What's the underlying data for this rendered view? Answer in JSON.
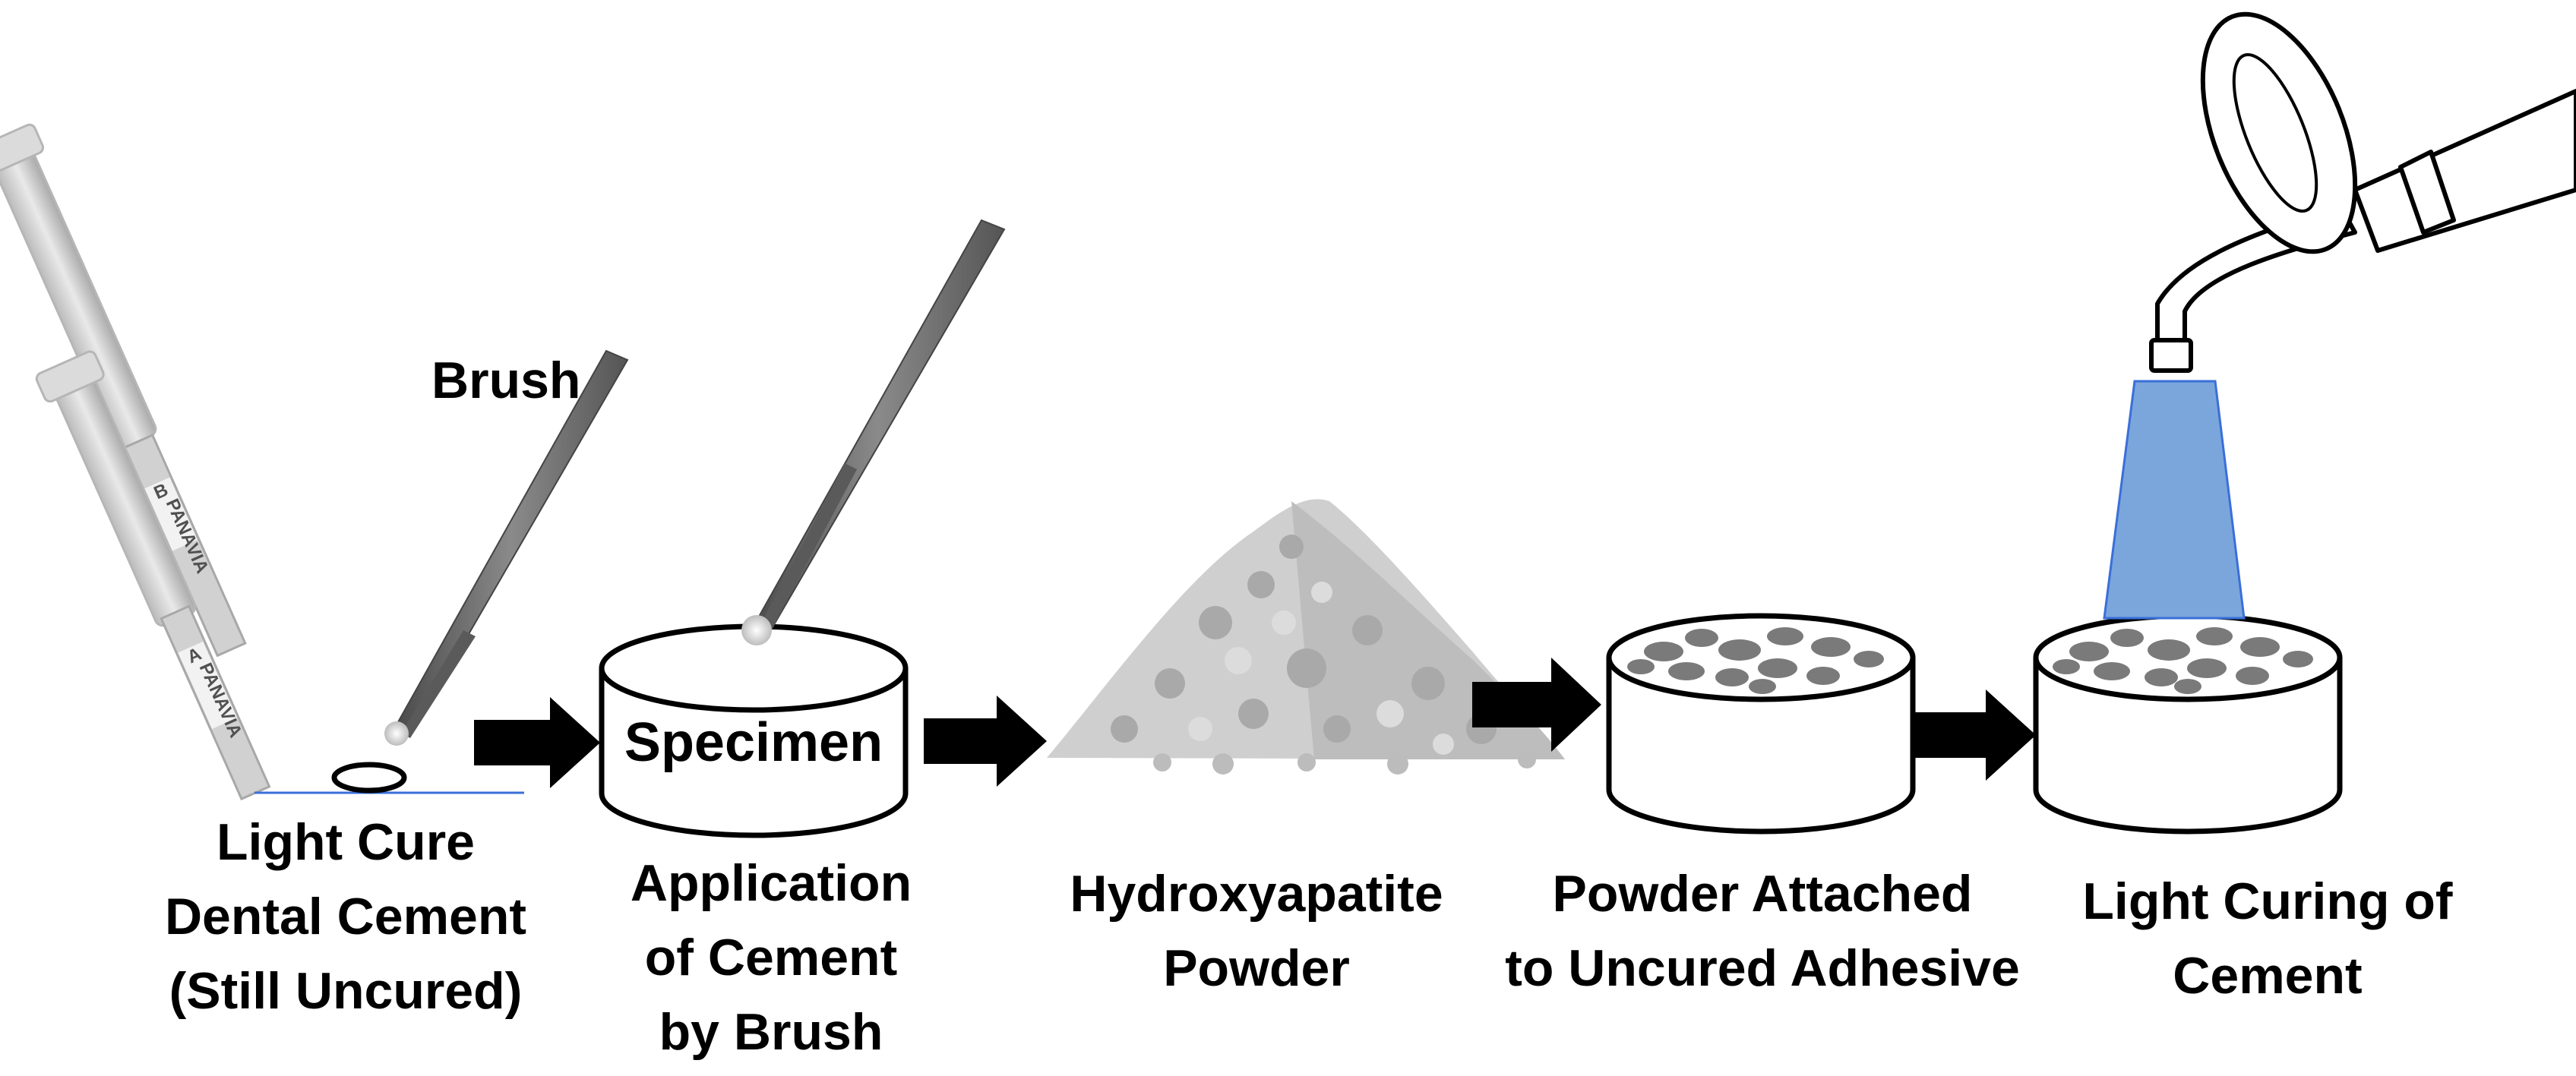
{
  "labels": {
    "brush": "Brush",
    "specimen": "Specimen"
  },
  "syringe_text": {
    "brand": "PANAVIA",
    "part_a": "A",
    "part_b": "B"
  },
  "steps": [
    {
      "id": "cement",
      "caption": [
        "Light Cure",
        "Dental Cement",
        "(Still Uncured)"
      ]
    },
    {
      "id": "application",
      "caption": [
        "Application",
        "of Cement",
        "by Brush"
      ]
    },
    {
      "id": "powder",
      "caption": [
        "Hydroxyapatite",
        "Powder"
      ]
    },
    {
      "id": "attached",
      "caption": [
        "Powder Attached",
        "to Uncured Adhesive"
      ]
    },
    {
      "id": "curing",
      "caption": [
        "Light Curing of",
        "Cement"
      ]
    }
  ],
  "colors": {
    "outline": "#000000",
    "light_beam": "#7aa6dc",
    "particle": "#7a7a7a",
    "powder": "#c8c8c8",
    "base_line": "#3a6fd8"
  }
}
